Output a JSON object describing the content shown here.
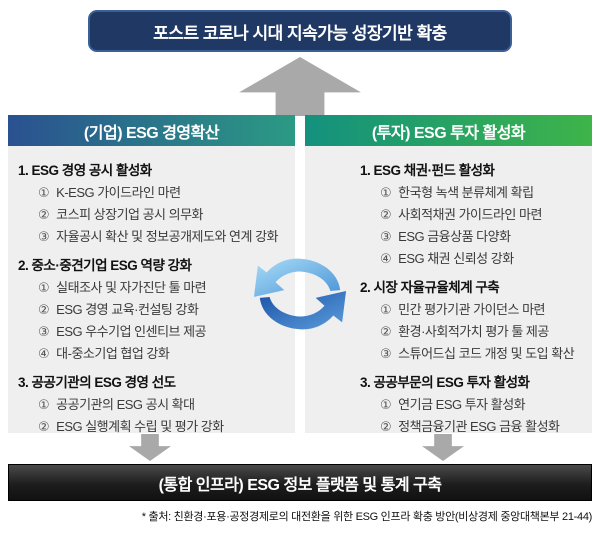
{
  "top_banner": {
    "label": "포스트 코로나 시대 지속가능 성장기반 확충"
  },
  "panels": [
    {
      "id": "company",
      "header": "(기업) ESG 경영확산",
      "sections": [
        {
          "title": "1. ESG 경영 공시 활성화",
          "items": [
            {
              "bullet": "①",
              "text": "K-ESG 가이드라인 마련"
            },
            {
              "bullet": "②",
              "text": "코스피 상장기업 공시 의무화"
            },
            {
              "bullet": "③",
              "text": "자율공시 확산 및 정보공개제도와 연계 강화"
            }
          ]
        },
        {
          "title": "2. 중소·중견기업 ESG 역량 강화",
          "items": [
            {
              "bullet": "①",
              "text": "실태조사 및 자가진단 툴 마련"
            },
            {
              "bullet": "②",
              "text": "ESG 경영 교육·컨설팅 강화"
            },
            {
              "bullet": "③",
              "text": "ESG 우수기업 인센티브 제공"
            },
            {
              "bullet": "④",
              "text": "대-중소기업 협업 강화"
            }
          ]
        },
        {
          "title": "3. 공공기관의 ESG 경영 선도",
          "items": [
            {
              "bullet": "①",
              "text": "공공기관의 ESG 공시 확대"
            },
            {
              "bullet": "②",
              "text": "ESG 실행계획 수립 및 평가 강화"
            }
          ]
        }
      ]
    },
    {
      "id": "investment",
      "header": "(투자) ESG 투자 활성화",
      "sections": [
        {
          "title": "1. ESG 채권·펀드 활성화",
          "items": [
            {
              "bullet": "①",
              "text": "한국형 녹색 분류체계 확립"
            },
            {
              "bullet": "②",
              "text": "사회적채권 가이드라인 마련"
            },
            {
              "bullet": "③",
              "text": "ESG 금융상품 다양화"
            },
            {
              "bullet": "④",
              "text": "ESG 채권 신뢰성 강화"
            }
          ]
        },
        {
          "title": "2. 시장 자율규율체계 구축",
          "items": [
            {
              "bullet": "①",
              "text": "민간 평가기관 가이던스 마련"
            },
            {
              "bullet": "②",
              "text": "환경·사회적가치 평가 툴 제공"
            },
            {
              "bullet": "③",
              "text": "스튜어드십 코드 개정 및 도입 확산"
            }
          ]
        },
        {
          "title": "3. 공공부문의 ESG 투자 활성화",
          "items": [
            {
              "bullet": "①",
              "text": "연기금 ESG 투자 활성화"
            },
            {
              "bullet": "②",
              "text": "정책금융기관 ESG 금융 활성화"
            }
          ]
        }
      ]
    }
  ],
  "bottom_banner": {
    "label": "(통합 인프라) ESG 정보 플랫폼 및 통계 구축"
  },
  "footnote": "* 출처: 친환경·포용·공정경제로의 대전환을 위한 ESG 인프라 확충 방안(비상경제 중앙대책본부 21-44)",
  "icons": {
    "up_arrow": "up-arrow-icon",
    "down_arrow": "down-arrow-icon",
    "cycle": "cycle-arrows-icon"
  },
  "colors": {
    "navy": "#1f3864",
    "navy-border": "#3c5f96",
    "company-grad-start": "#2a5190",
    "company-grad-end": "#2b9a84",
    "invest-grad-start": "#13917e",
    "invest-grad-end": "#3eb449",
    "arrow-gray": "#a9a9a9",
    "banner-black": "#1d1d1d",
    "cycle-light-blue": "#8ecdf0",
    "cycle-dark-blue": "#1b52a8"
  }
}
